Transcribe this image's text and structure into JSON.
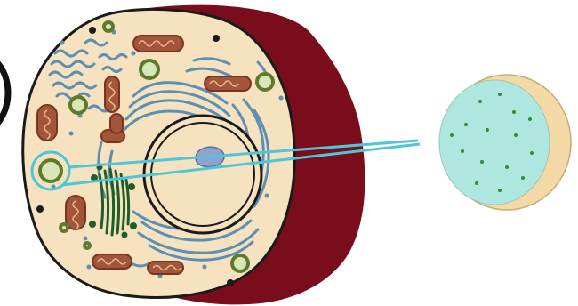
{
  "diagram": {
    "labels": [],
    "colors": {
      "background": "#ffffff",
      "cell_wall": "#7a0d1c",
      "cytoplasm": "#f6e2bf",
      "membrane": "#1a1a1a",
      "er": "#5d8fb4",
      "mitochondria": "#a2553a",
      "mitochondria_inner": "#e9b98b",
      "vesicle_ring": "#5f7a2d",
      "vesicle_fill": "#d9e7b8",
      "golgi": "#1f5e2a",
      "nucleus_fill": "#f6e2bf",
      "nucleolus": "#8ea3cf",
      "callout": "#4fc6d7",
      "zoom_fill": "#aee7df",
      "zoom_rim": "#f3d9a6",
      "zoom_dots": "#2f8a3a"
    },
    "parts": [
      "plant-cell",
      "cell-wall",
      "cell-membrane",
      "cytoplasm",
      "nucleus",
      "nucleolus",
      "endoplasmic-reticulum",
      "golgi-apparatus",
      "mitochondrion",
      "vesicle",
      "zoomed-organelle"
    ]
  }
}
